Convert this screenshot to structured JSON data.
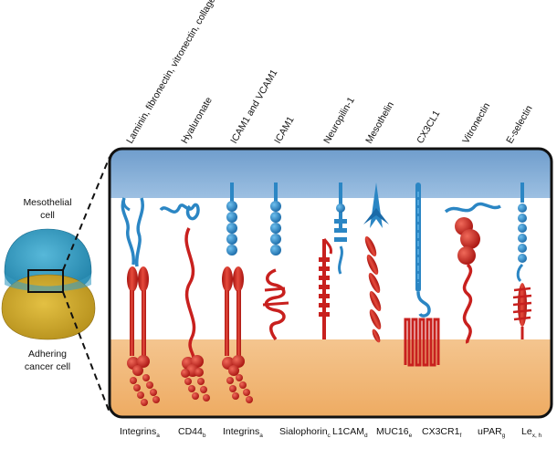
{
  "top_labels": [
    {
      "key": "laminin",
      "text": "Laminin, fibronectin, vitronectin, collagen I and IV"
    },
    {
      "key": "hyaluronate",
      "text": "Hyaluronate"
    },
    {
      "key": "icam1_vcam1",
      "text": "ICAM1 and VCAM1"
    },
    {
      "key": "icam1",
      "text": "ICAM1"
    },
    {
      "key": "neuropilin",
      "text": "Neuropilin-1"
    },
    {
      "key": "mesothelin",
      "text": "Mesothelin"
    },
    {
      "key": "cx3cl1",
      "text": "CX3CL1"
    },
    {
      "key": "vitronectin",
      "text": "Vitronectin"
    },
    {
      "key": "eselectin",
      "text": "E-selectin"
    }
  ],
  "bottom_labels": [
    {
      "key": "integrins1",
      "text": "Integrins",
      "sup": "a"
    },
    {
      "key": "cd44",
      "text": "CD44",
      "sup": "b"
    },
    {
      "key": "integrins2",
      "text": "Integrins",
      "sup": "a"
    },
    {
      "key": "sialophorin",
      "text": "Sialophorin",
      "sup": "c"
    },
    {
      "key": "l1cam",
      "text": "L1CAM",
      "sup": "d"
    },
    {
      "key": "muc16",
      "text": "MUC16",
      "sup": "e"
    },
    {
      "key": "cx3cr1",
      "text": "CX3CR1",
      "sup": "f"
    },
    {
      "key": "upar",
      "text": "uPAR",
      "sup": "g"
    },
    {
      "key": "le",
      "text": "Le",
      "sup": "x, h"
    }
  ],
  "side_labels": {
    "mesothelial_line1": "Mesothelial",
    "mesothelial_line2": "cell",
    "cancer_line1": "Adhering",
    "cancer_line2": "cancer cell"
  },
  "colors": {
    "mesothelial": "#7fa8d2",
    "cancer": "#f2b779",
    "receptor_red": "#c8201e",
    "ligand_blue": "#2b86c4"
  }
}
